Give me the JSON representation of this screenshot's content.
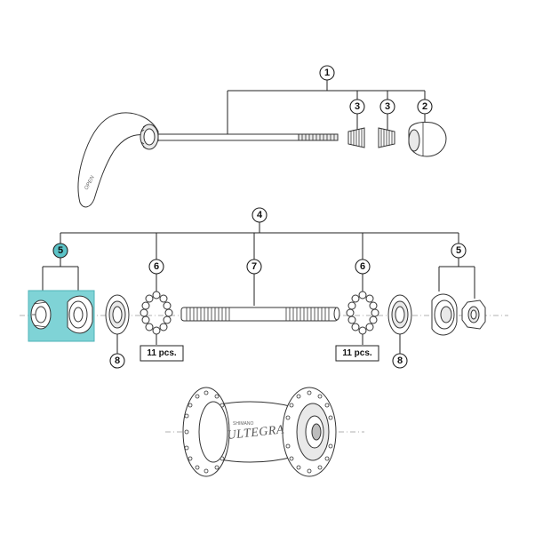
{
  "callouts": {
    "c1": "1",
    "c2": "2",
    "c3a": "3",
    "c3b": "3",
    "c4": "4",
    "c5_left": "5",
    "c5_right": "5",
    "c6_left": "6",
    "c6_right": "6",
    "c7": "7",
    "c8_left": "8",
    "c8_right": "8"
  },
  "quantities": {
    "balls_left": "11 pcs.",
    "balls_right": "11 pcs."
  },
  "hub": {
    "brand_small": "SHIMANO",
    "brand_big": "ULTEGRA"
  },
  "lever": {
    "label": "OPEN"
  },
  "colors": {
    "highlight_fill": "#7fd3d6",
    "highlight_callout": "#5cc4c8",
    "line": "#222222"
  }
}
